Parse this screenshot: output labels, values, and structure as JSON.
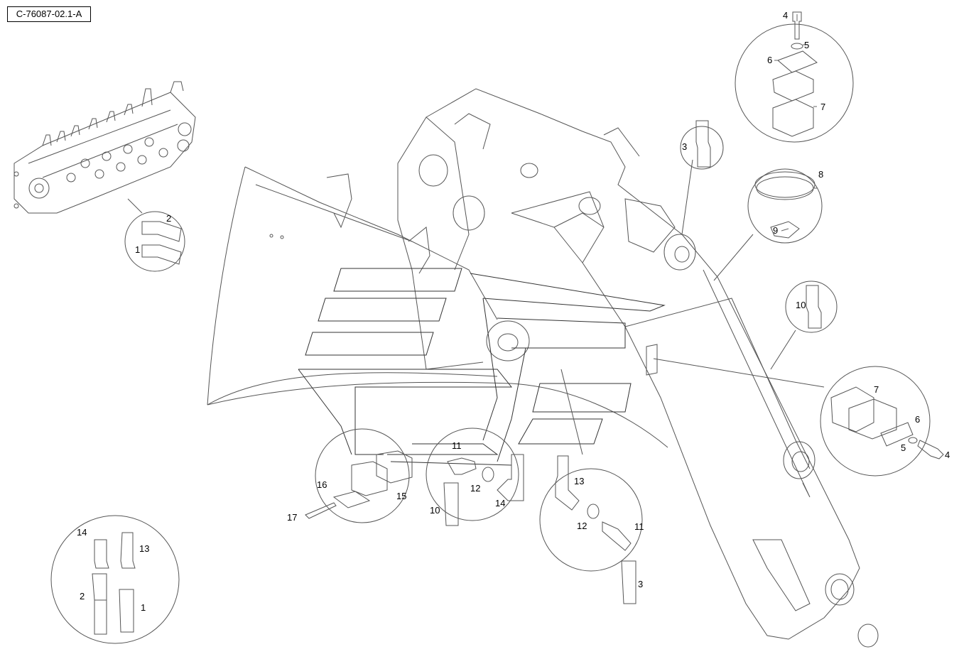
{
  "reference_code": "C-76087-02.1-A",
  "callouts": {
    "c1a": "1",
    "c2a": "2",
    "c3a": "3",
    "c4a": "4",
    "c5a": "5",
    "c6a": "6",
    "c7a": "7",
    "c8": "8",
    "c9": "9",
    "c10a": "10",
    "c7b": "7",
    "c6b": "6",
    "c5b": "5",
    "c4b": "4",
    "c16": "16",
    "c15": "15",
    "c17": "17",
    "c11a": "11",
    "c12a": "12",
    "c10b": "10",
    "c14a": "14",
    "c13a": "13",
    "c12b": "12",
    "c11b": "11",
    "c3b": "3",
    "c14b": "14",
    "c13b": "13",
    "c2b": "2",
    "c1b": "1"
  }
}
